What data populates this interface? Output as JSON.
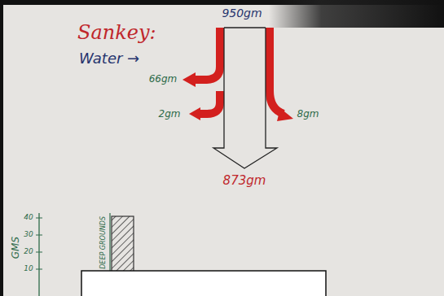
{
  "diagram": {
    "title": "Sankey:",
    "labels": [
      "Water →",
      "950gm",
      "66gm",
      "2gm",
      "8gm",
      "873gm",
      "GMS",
      "40",
      "30",
      "20",
      "10",
      "DEEP GROUNDS"
    ]
  }
}
